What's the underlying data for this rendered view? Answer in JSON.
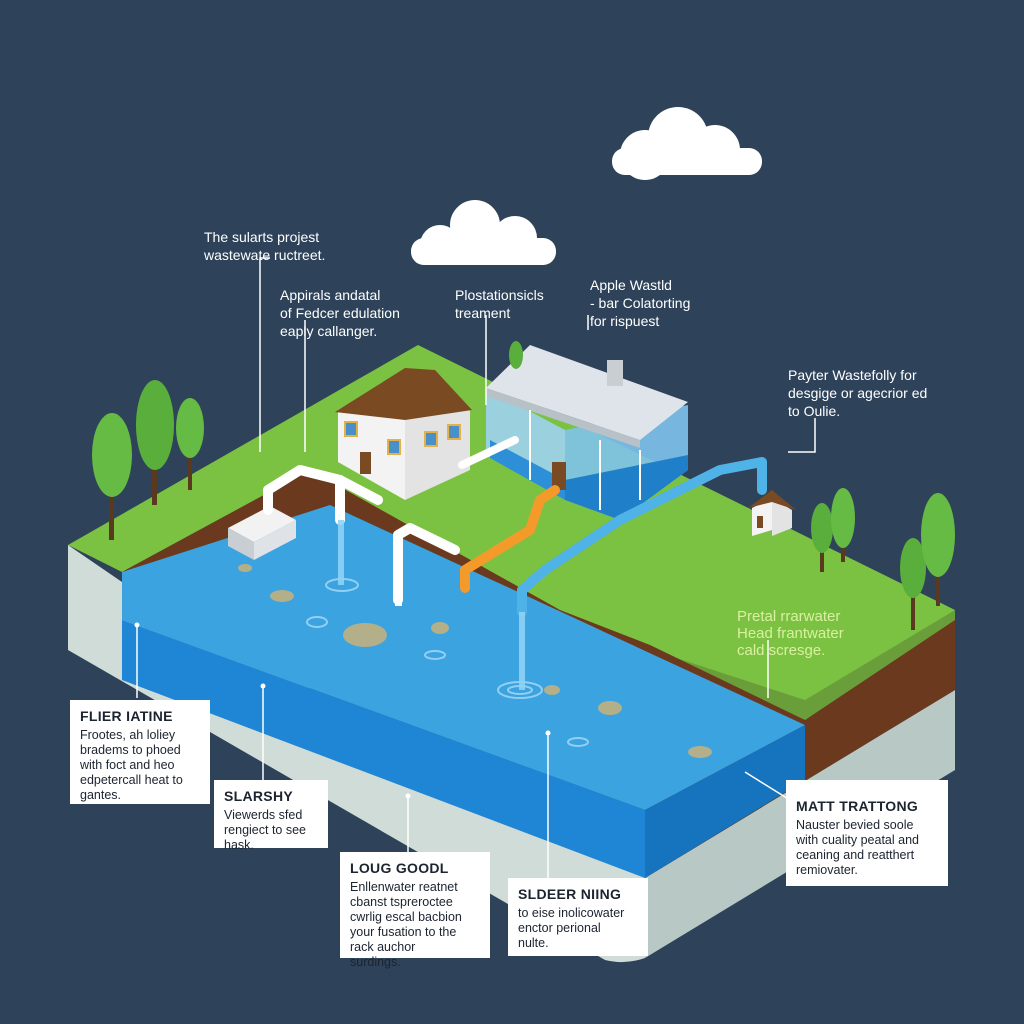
{
  "labels": {
    "project": "The sularts projest\nwastewate ructreet.",
    "appirals": "Appirals andatal\nof Fedcer edulation\neaply callanger.",
    "plostation": "Plostationsicls\ntreament",
    "apple": "Apple Wastld\n- bar Colatorting\nfor rispuest",
    "payter": "Payter Wastefolly for\ndesgige or agecrior ed\nto Oulie.",
    "pretal": "Pretal rrarwater\nHead frantwater\ncald scresge."
  },
  "boxes": {
    "flier": {
      "title": "FLIER IATINE",
      "desc": "Frootes, ah loliey\nbradems to phoed\nwith foct and heo\nedpetercall heat to\ngantes."
    },
    "slarshy": {
      "title": "SLARSHY",
      "desc": "Viewerds sfed\nrengiect to see\nhask."
    },
    "loug": {
      "title": "LOUG GOODL",
      "desc": "Enllenwater reatnet\ncbanst tspreroctee\ncwrlig escal bacbion\nyour fusation to the\nrack auchor\nsurdings."
    },
    "sldeer": {
      "title": "SLDEER NIING",
      "desc": "to eise inolicowater\nenctor perional\nnulte."
    },
    "matt": {
      "title": "MATT TRATTONG",
      "desc": "Nauster bevied soole\nwith cuality peatal and\nceaning and reatthert\nremiovater."
    }
  },
  "colors": {
    "background": "#2e4259",
    "water": "#3aa3e0",
    "grass": "#7cc242",
    "soil": "#6b3a1e",
    "pipe_orange": "#f39a2b",
    "pipe_blue": "#4fb3e8"
  }
}
